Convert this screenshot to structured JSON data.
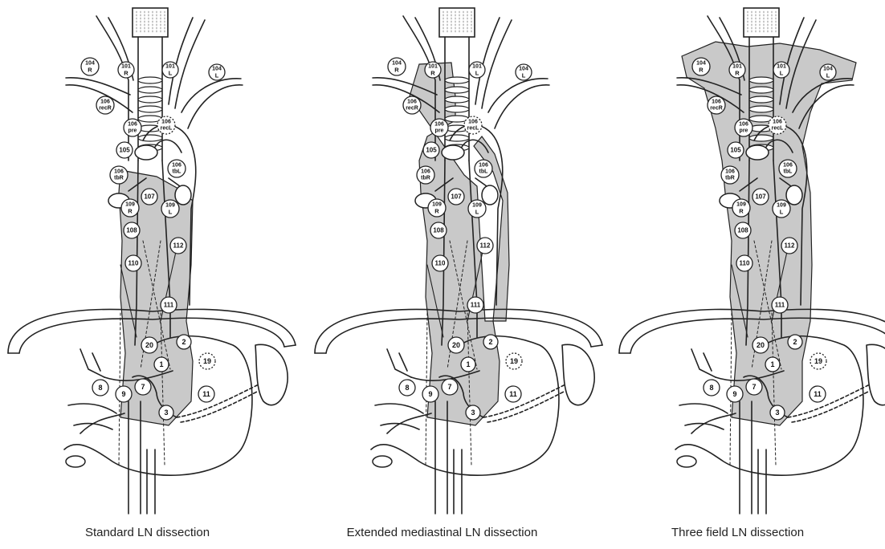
{
  "panels": [
    {
      "caption": "Standard LN dissection",
      "region": "standard"
    },
    {
      "caption": "Extended mediastinal LN dissection",
      "region": "extended"
    },
    {
      "caption": "Three field LN dissection",
      "region": "three-field"
    }
  ],
  "stations": [
    {
      "id": "104R",
      "lines": [
        "104",
        "R"
      ],
      "dashed": false
    },
    {
      "id": "101R",
      "lines": [
        "101",
        "R"
      ],
      "dashed": false
    },
    {
      "id": "101L",
      "lines": [
        "101",
        "L"
      ],
      "dashed": false
    },
    {
      "id": "104L",
      "lines": [
        "104",
        "L"
      ],
      "dashed": false
    },
    {
      "id": "106recR",
      "lines": [
        "106",
        "recR"
      ],
      "dashed": false
    },
    {
      "id": "106recL",
      "lines": [
        "106",
        "recL"
      ],
      "dashed": true
    },
    {
      "id": "106pre",
      "lines": [
        "106",
        "pre"
      ],
      "dashed": false
    },
    {
      "id": "105",
      "lines": [
        "105"
      ],
      "dashed": false
    },
    {
      "id": "106tbL",
      "lines": [
        "106",
        "tbL"
      ],
      "dashed": false
    },
    {
      "id": "106tbR",
      "lines": [
        "106",
        "tbR"
      ],
      "dashed": false
    },
    {
      "id": "107",
      "lines": [
        "107"
      ],
      "dashed": false
    },
    {
      "id": "109R",
      "lines": [
        "109",
        "R"
      ],
      "dashed": false
    },
    {
      "id": "109L",
      "lines": [
        "109",
        "L"
      ],
      "dashed": false
    },
    {
      "id": "108",
      "lines": [
        "108"
      ],
      "dashed": false
    },
    {
      "id": "112",
      "lines": [
        "112"
      ],
      "dashed": false
    },
    {
      "id": "110",
      "lines": [
        "110"
      ],
      "dashed": false
    },
    {
      "id": "111",
      "lines": [
        "111"
      ],
      "dashed": false
    },
    {
      "id": "20",
      "lines": [
        "20"
      ],
      "dashed": false
    },
    {
      "id": "2",
      "lines": [
        "2"
      ],
      "dashed": false
    },
    {
      "id": "19",
      "lines": [
        "19"
      ],
      "dashed": true
    },
    {
      "id": "1",
      "lines": [
        "1"
      ],
      "dashed": false
    },
    {
      "id": "8",
      "lines": [
        "8"
      ],
      "dashed": false
    },
    {
      "id": "9",
      "lines": [
        "9"
      ],
      "dashed": false
    },
    {
      "id": "7",
      "lines": [
        "7"
      ],
      "dashed": false
    },
    {
      "id": "11",
      "lines": [
        "11"
      ],
      "dashed": false
    },
    {
      "id": "3",
      "lines": [
        "3"
      ],
      "dashed": false
    }
  ],
  "colors": {
    "region_fill": "#c9c9c9",
    "line": "#222222",
    "node_fill": "#ffffff"
  }
}
